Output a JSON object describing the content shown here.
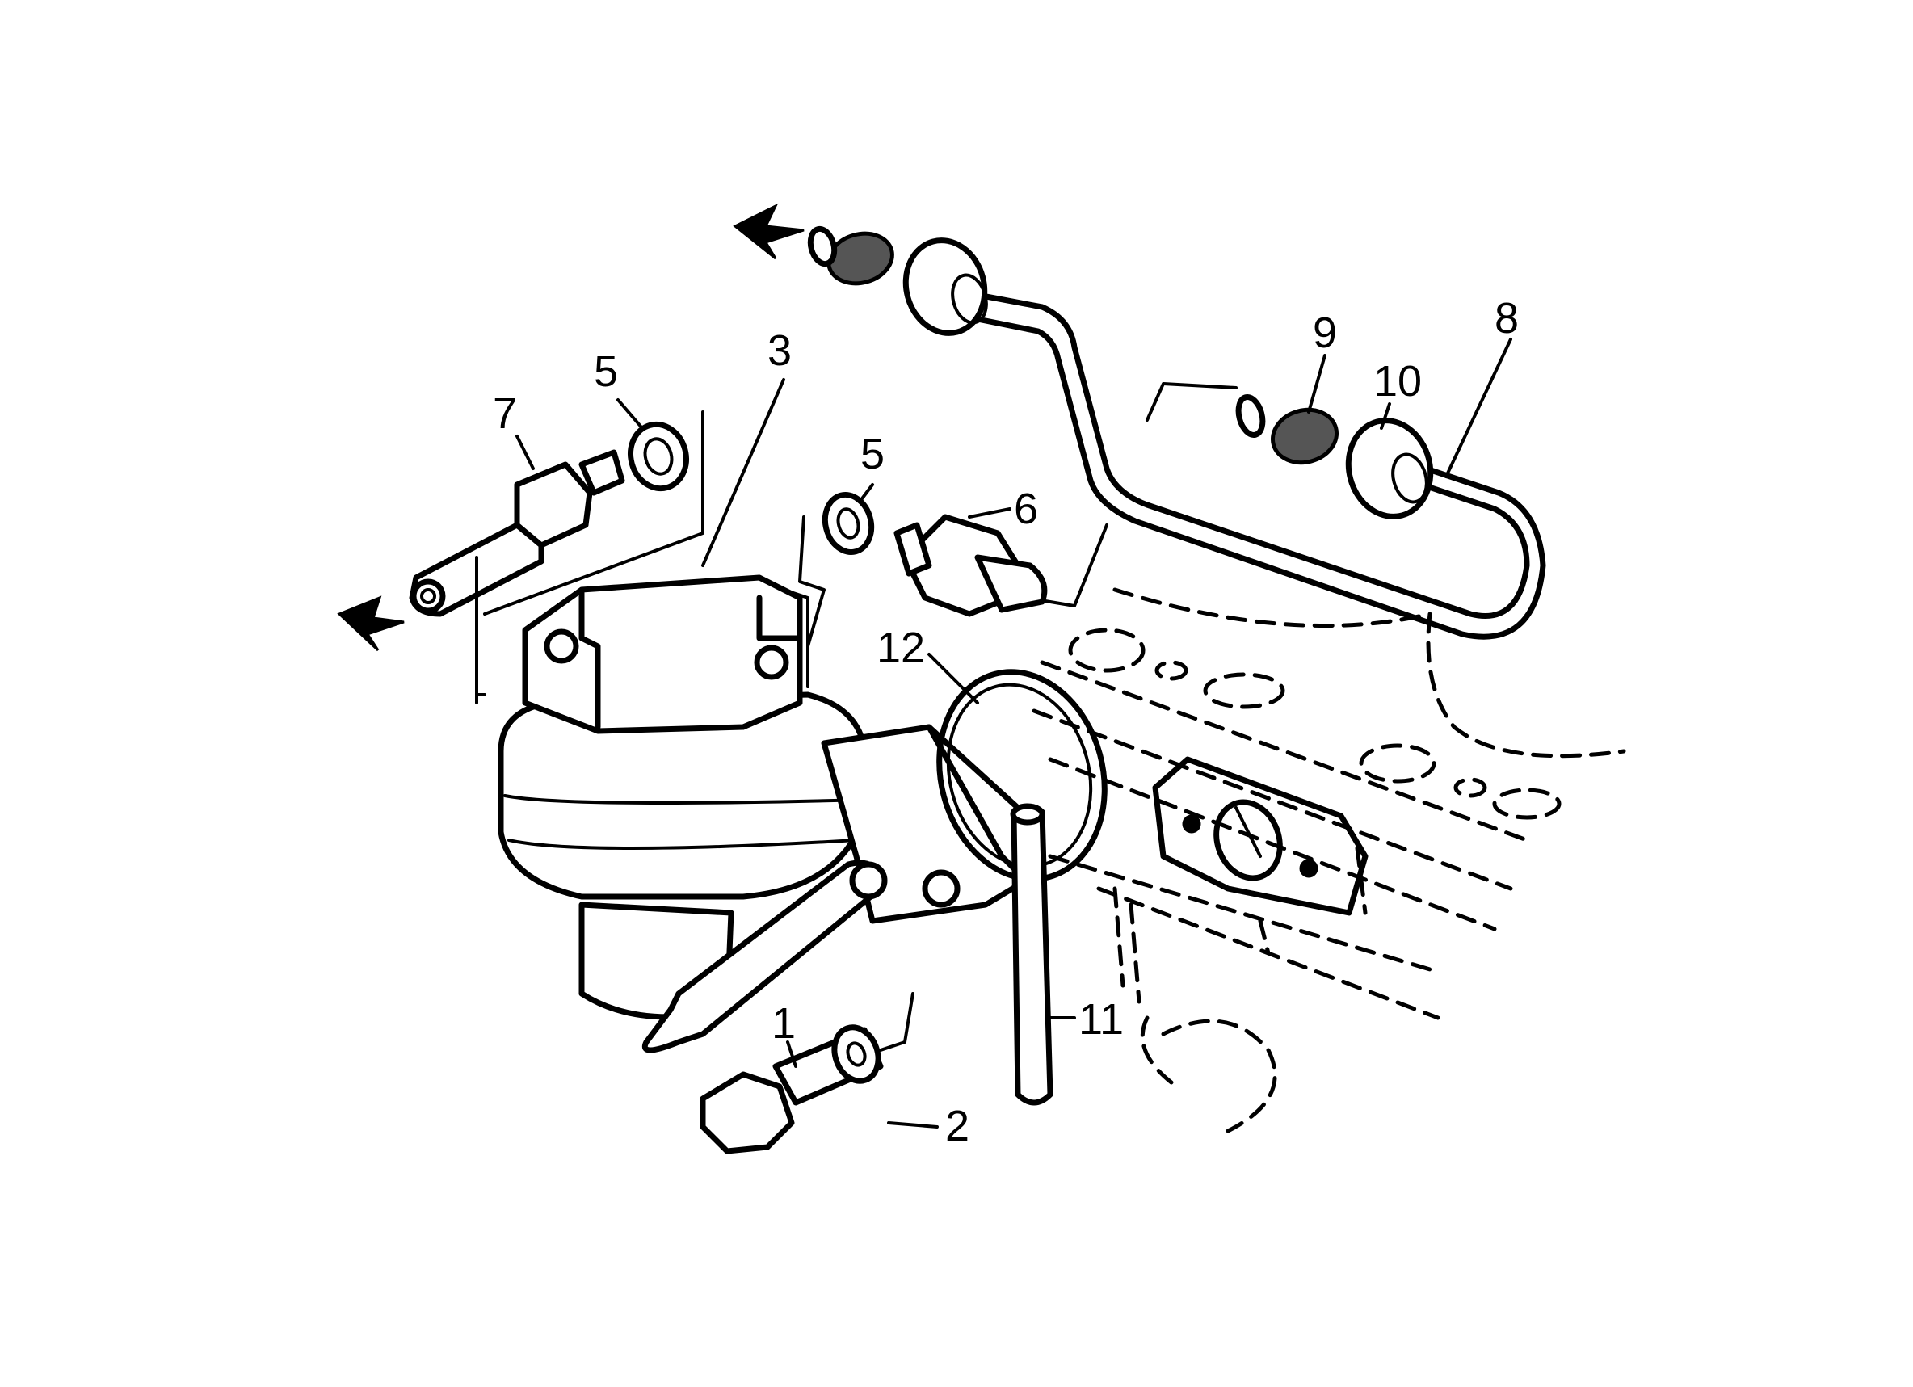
{
  "callouts": {
    "c1": "1",
    "c2": "2",
    "c3": "3",
    "c5a": "5",
    "c5b": "5",
    "c6": "6",
    "c7": "7",
    "c8": "8",
    "c9": "9",
    "c10": "10",
    "c11": "11",
    "c12": "12"
  },
  "colors": {
    "ink": "#000000",
    "paper": "#ffffff"
  }
}
